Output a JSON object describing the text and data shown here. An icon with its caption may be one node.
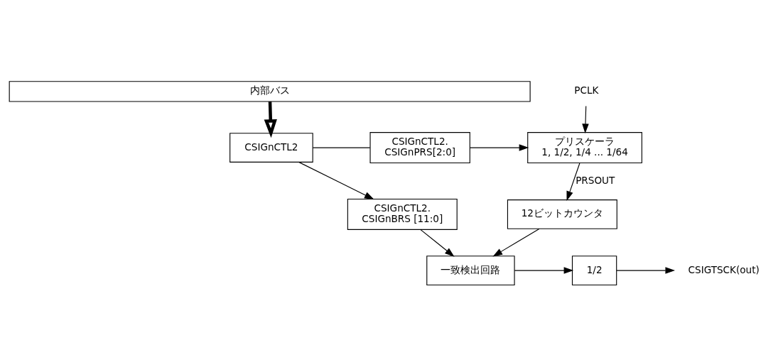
{
  "diagram": {
    "nodes": [
      {
        "text": [
          "内部バス"
        ]
      },
      {
        "text": [
          "PCLK"
        ]
      },
      {
        "text": [
          "CSIGnCTL2"
        ]
      },
      {
        "text": [
          "CSIGnCTL2. CSIGnPRS[2:0]"
        ]
      },
      {
        "text": [
          "プリスケーラ",
          "1, 1/2, 1/4 ... 1/64"
        ]
      },
      {
        "text": [
          "12ビットカウンタ"
        ]
      },
      {
        "text": [
          "一致検出回路"
        ]
      },
      {
        "text": [
          "CSIGnCTL2. CSIGnBRS [11:0]"
        ]
      },
      {
        "text": [
          "1/2"
        ]
      },
      {
        "text": [
          "CSIGTSCK(out)"
        ]
      }
    ],
    "edges": [
      {
        "from": 0,
        "to": 2,
        "arrow": "to",
        "style": "thick"
      },
      {
        "from": 1,
        "to": 4,
        "arrow": "to"
      },
      {
        "from": 2,
        "to": 3,
        "arrow": "none"
      },
      {
        "from": 3,
        "to": 4,
        "arrow": "to"
      },
      {
        "from": 4,
        "to": 5,
        "arrow": "to",
        "label": "PRSOUT"
      },
      {
        "from": 5,
        "to": 6,
        "arrow": "to"
      },
      {
        "from": 2,
        "to": 7,
        "arrow": "to"
      },
      {
        "from": 7,
        "to": 6,
        "arrow": "to"
      },
      {
        "from": 6,
        "to": 8,
        "arrow": "to"
      },
      {
        "from": 8,
        "to": 9,
        "arrow": "to"
      }
    ]
  }
}
